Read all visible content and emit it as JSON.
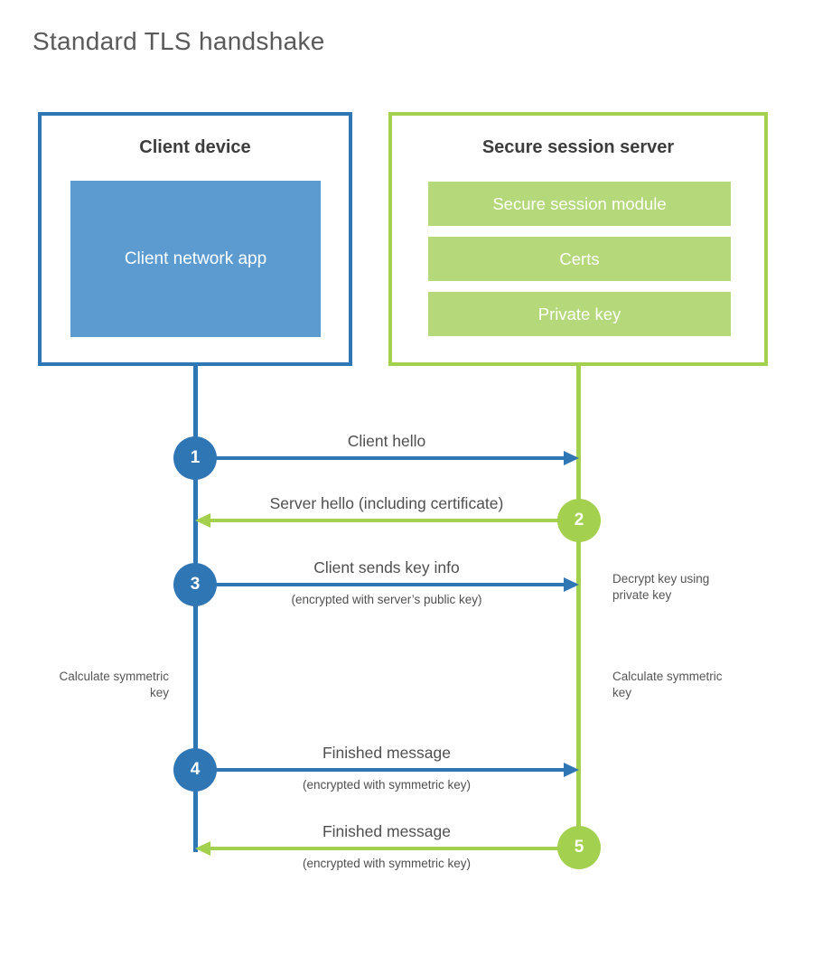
{
  "title": "Standard TLS handshake",
  "colors": {
    "blue": "#2f76b5",
    "blue_fill": "#5b9bd0",
    "green": "#a4d04f",
    "green_fill": "#b5d87b",
    "heading_text": "#3d3d3d",
    "label_text": "#4f4f4f"
  },
  "client": {
    "title": "Client device",
    "app_label": "Client network app"
  },
  "server": {
    "title": "Secure session server",
    "modules": [
      "Secure session module",
      "Certs",
      "Private key"
    ]
  },
  "steps": [
    {
      "num": "1",
      "from": "client",
      "direction": "right",
      "label": "Client hello",
      "sublabel": ""
    },
    {
      "num": "2",
      "from": "server",
      "direction": "left",
      "label": "Server hello (including certificate)",
      "sublabel": ""
    },
    {
      "num": "3",
      "from": "client",
      "direction": "right",
      "label": "Client sends key info",
      "sublabel": "(encrypted with server’s public key)"
    },
    {
      "num": "4",
      "from": "client",
      "direction": "right",
      "label": "Finished message",
      "sublabel": "(encrypted with symmetric key)"
    },
    {
      "num": "5",
      "from": "server",
      "direction": "left",
      "label": "Finished message",
      "sublabel": "(encrypted with symmetric key)"
    }
  ],
  "notes": {
    "decrypt_right": "Decrypt key using private key",
    "calculate_left": "Calculate symmetric key",
    "calculate_right": "Calculate symmetric key"
  }
}
